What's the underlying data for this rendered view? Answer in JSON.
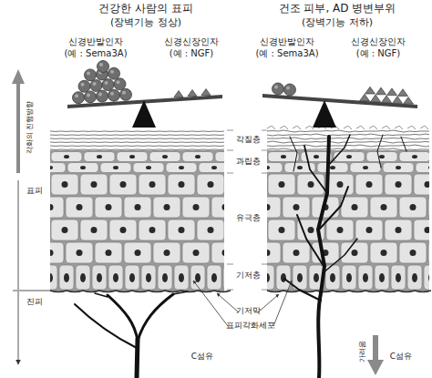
{
  "diagram": {
    "labels": [
      "건강한 사람의 표피",
      "(장벽기능 정상)",
      "건조 피부, AD 병변부위",
      "(장벽기능 저하)",
      "신경반발인자",
      "(예 : Sema3A)",
      "신경신장인자",
      "(예 : NGF)",
      "신경반발인자",
      "(예 : Sema3A)",
      "신경신장인자",
      "(예 : NGF)",
      "각화의 진행방향",
      "표피",
      "진피",
      "각질층",
      "과립층",
      "유극층",
      "기저층",
      "기저막",
      "표피각화세포",
      "C섬유",
      "C섬유",
      "가려움"
    ]
  }
}
